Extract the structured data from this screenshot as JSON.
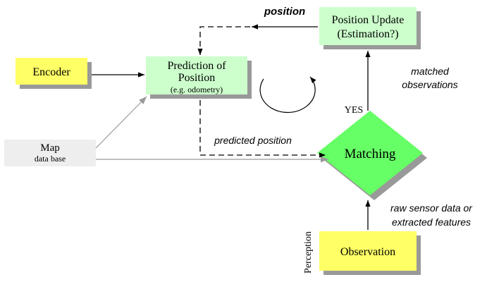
{
  "nodes": {
    "encoder": "Encoder",
    "prediction": {
      "line1": "Prediction of",
      "line2": "Position",
      "line3": "(e.g. odometry)"
    },
    "position_update": {
      "line1": "Position Update",
      "line2": "(Estimation?)"
    },
    "map": {
      "line1": "Map",
      "line2": "data base"
    },
    "matching": "Matching",
    "observation": "Observation"
  },
  "labels": {
    "position": "position",
    "matched_obs": {
      "line1": "matched",
      "line2": "observations"
    },
    "yes": "YES",
    "predicted_position": "predicted position",
    "raw_sensor": {
      "line1": "raw sensor data or",
      "line2": "extracted features"
    },
    "perception": "Perception"
  },
  "colors": {
    "green_box": "#ccffcc",
    "yellow_box": "#ffff66",
    "gray_box": "#eeeeee",
    "diamond": "#66ff66",
    "shadow": "#999999",
    "line": "#000000",
    "gray_line": "#999999"
  }
}
